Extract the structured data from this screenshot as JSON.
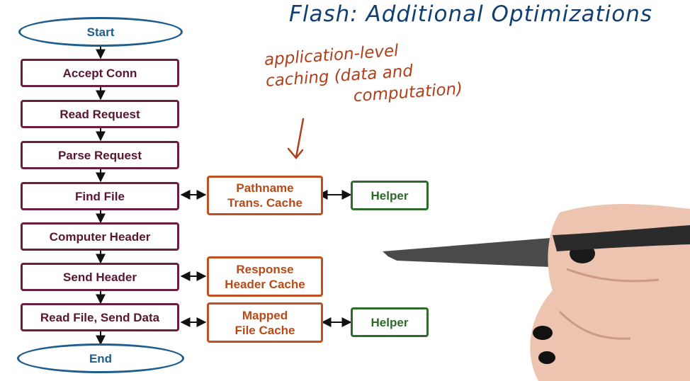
{
  "title": "Flash: Additional Optimizations",
  "annotation": {
    "lines": [
      "application-level",
      "caching (data and",
      "computation)"
    ]
  },
  "flow": {
    "start": "Start",
    "steps": [
      "Accept Conn",
      "Read Request",
      "Parse Request",
      "Find File",
      "Computer Header",
      "Send Header",
      "Read File, Send Data"
    ],
    "end": "End"
  },
  "caches": {
    "pathname": [
      "Pathname",
      "Trans. Cache"
    ],
    "response": [
      "Response",
      "Header Cache"
    ],
    "mapped": [
      "Mapped",
      "File Cache"
    ]
  },
  "helpers": {
    "top": "Helper",
    "bottom": "Helper"
  },
  "colors": {
    "oval": "#1f5d8e",
    "step": "#6b1f3f",
    "cache": "#c0501f",
    "helper": "#2e6b2a",
    "title_ink": "#0f3f73",
    "note_ink": "#b0401c"
  }
}
